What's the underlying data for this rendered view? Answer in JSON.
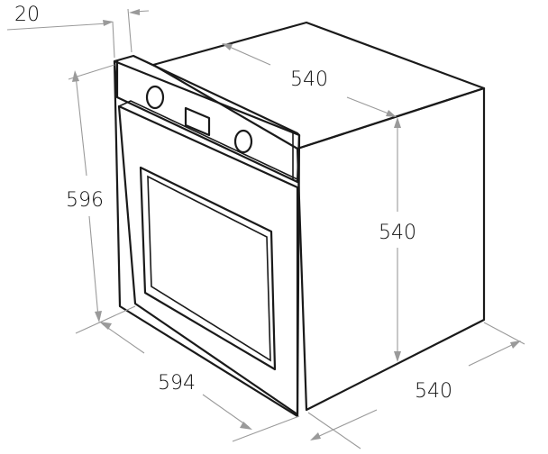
{
  "dimensions": {
    "depth_top": "540",
    "height_side": "540",
    "depth_bottom": "540",
    "width_front": "594",
    "height_front": "596",
    "panel_thickness": "20"
  },
  "colors": {
    "body_side": "#e8e8e8",
    "body_top": "#ffffff",
    "outline": "#1a1a1a",
    "dimension_line": "#9a9a9a"
  },
  "icons": {
    "left_knob": "knob-icon",
    "display": "display-icon",
    "right_knob": "knob-icon"
  }
}
